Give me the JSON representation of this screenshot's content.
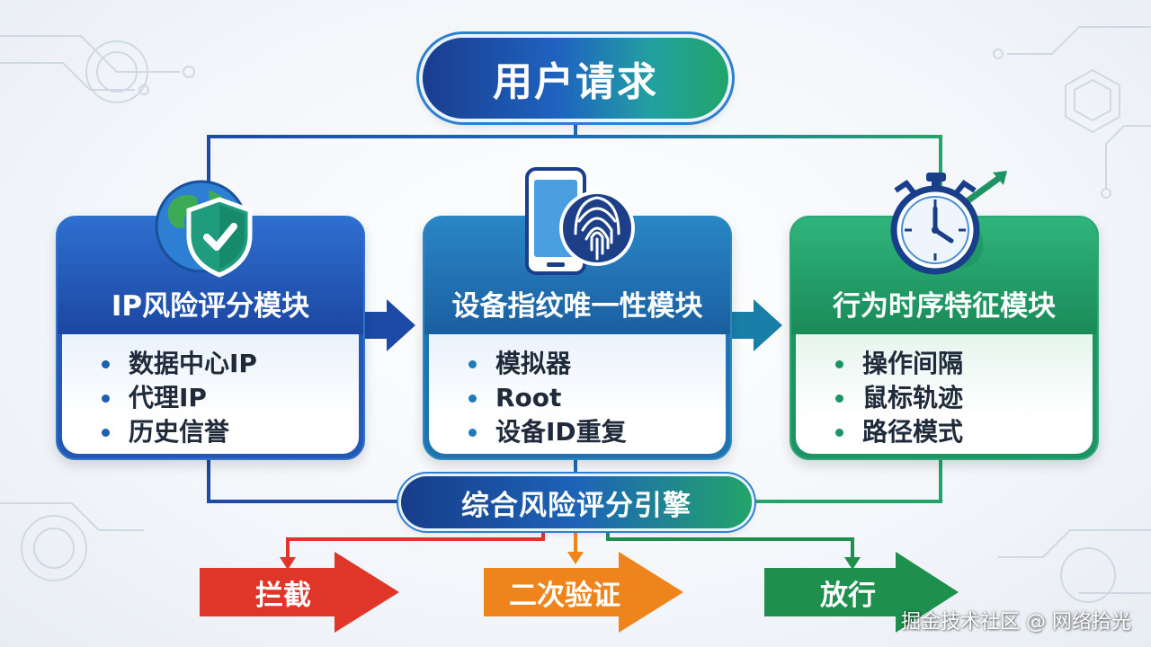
{
  "diagram": {
    "top_node": "用户请求",
    "modules": [
      {
        "title": "IP风险评分模块",
        "icon": "globe-shield-icon",
        "items": [
          "数据中心IP",
          "代理IP",
          "历史信誉"
        ]
      },
      {
        "title": "设备指纹唯一性模块",
        "icon": "phone-fingerprint-icon",
        "items": [
          "模拟器",
          "Root",
          "设备ID重复"
        ]
      },
      {
        "title": "行为时序特征模块",
        "icon": "stopwatch-icon",
        "items": [
          "操作间隔",
          "鼠标轨迹",
          "路径模式"
        ]
      }
    ],
    "engine": "综合风险评分引擎",
    "decisions": [
      {
        "label": "拦截",
        "color": "#e0362a"
      },
      {
        "label": "二次验证",
        "color": "#f0841c"
      },
      {
        "label": "放行",
        "color": "#1f8f4e"
      }
    ]
  },
  "watermark": "掘金技术社区 @ 网络拾光",
  "colors": {
    "blue": "#1c47a2",
    "teal": "#1a6fae",
    "green": "#1e9363",
    "red": "#e0362a",
    "orange": "#f0841c"
  }
}
